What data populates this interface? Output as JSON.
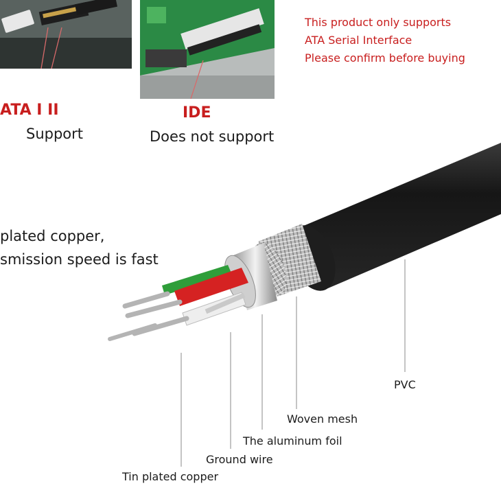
{
  "notice": {
    "line1": "This product only supports",
    "line2": "ATA Serial Interface",
    "line3": "Please confirm before buying"
  },
  "sata": {
    "label": "ATA I II",
    "status": "Support"
  },
  "ide": {
    "label": "IDE",
    "status": "Does not support"
  },
  "feature": {
    "line1": "plated copper,",
    "line2": "smission speed is fast"
  },
  "layers": {
    "pvc": "PVC",
    "woven_mesh": "Woven mesh",
    "aluminum_foil": "The aluminum foil",
    "ground_wire": "Ground wire",
    "tin_copper": "Tin plated copper"
  },
  "colors": {
    "notice_text": "#c81e1e",
    "jacket": "#1c1c1c",
    "wire_green": "#2f9e3a",
    "wire_red": "#d52222",
    "wire_white": "#eeeeee"
  }
}
